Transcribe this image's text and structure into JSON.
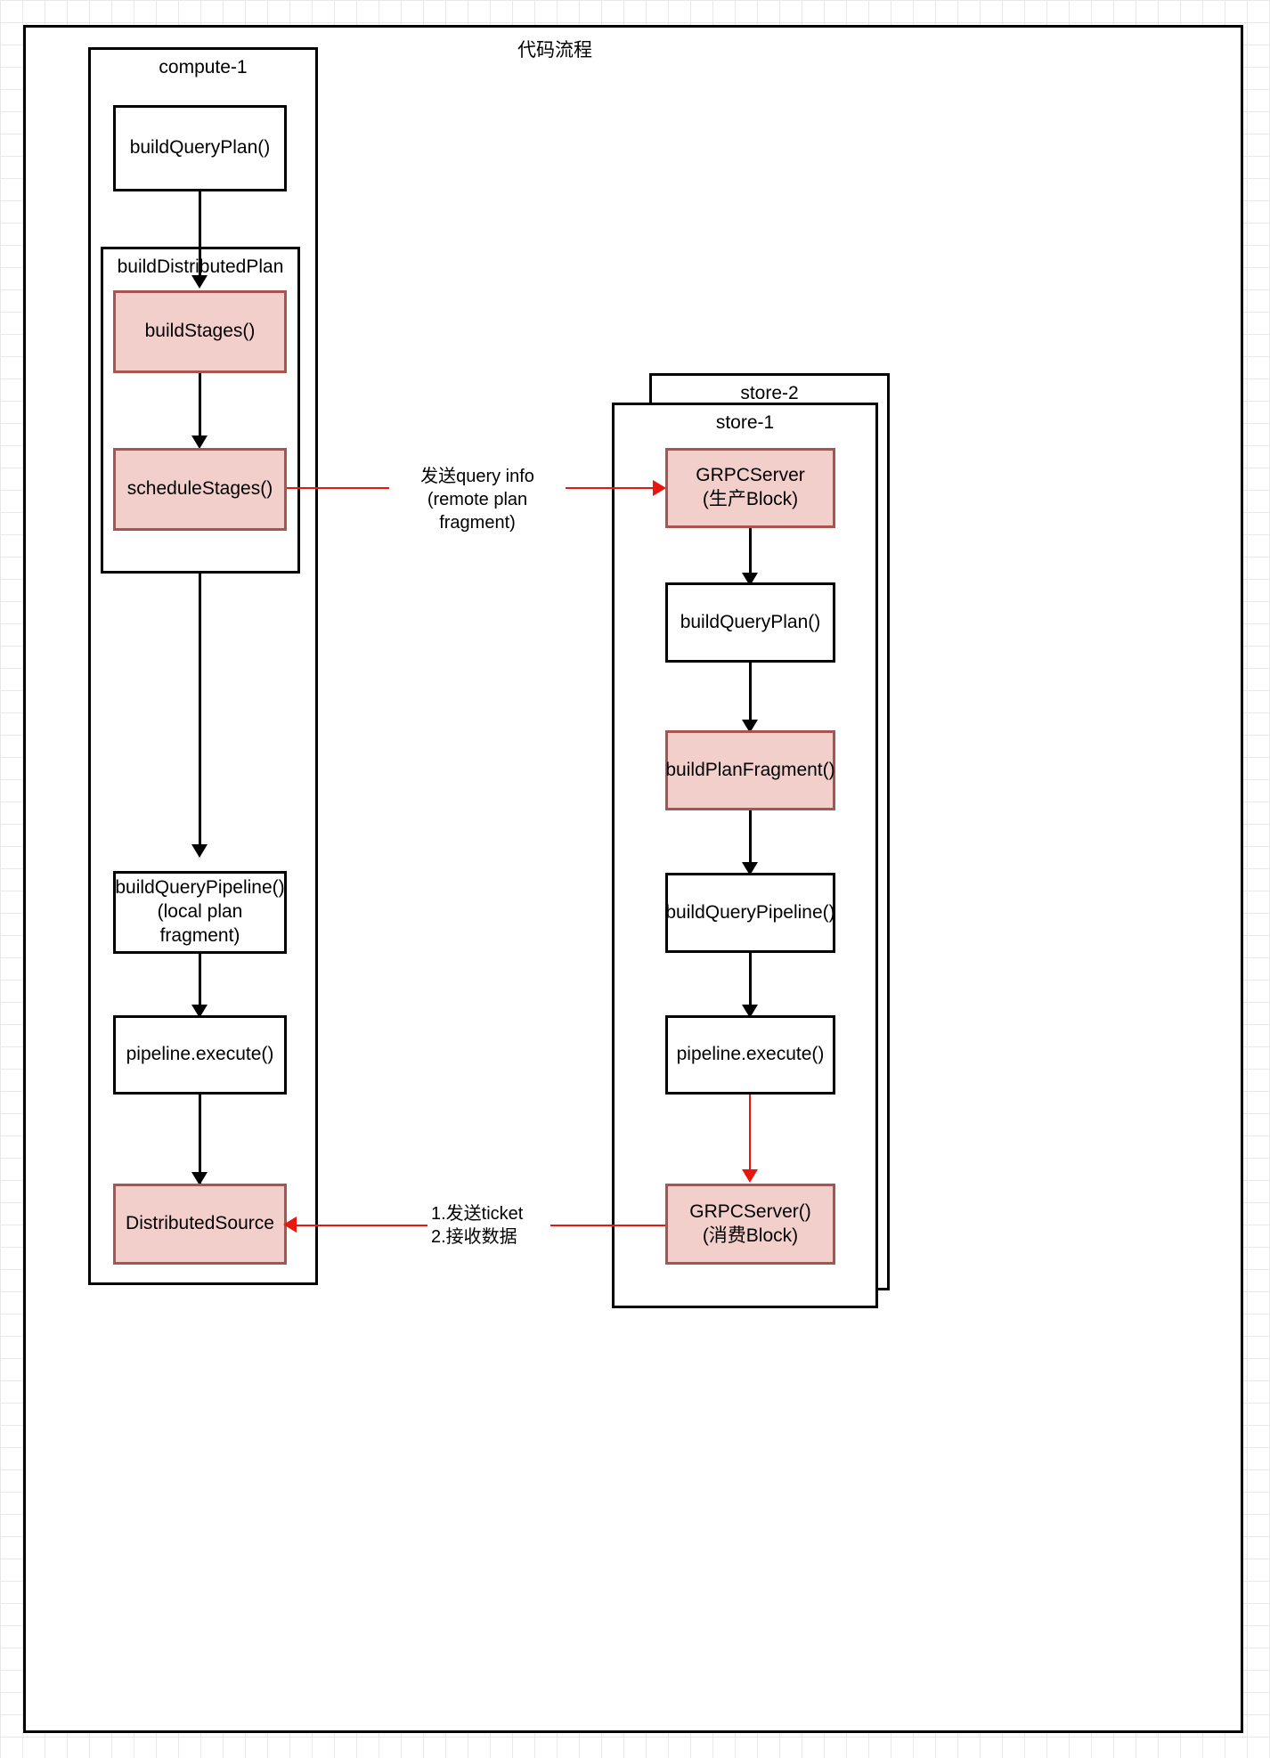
{
  "diagram": {
    "title": "代码流程",
    "colors": {
      "node_fill": "#ffffff",
      "node_stroke": "#000000",
      "highlight_fill": "#f3cfcc",
      "highlight_stroke": "#a85450",
      "red_edge": "#e8160c",
      "grid_line": "#e8e8e8",
      "page_background": "#ffffff"
    },
    "groups": [
      {
        "id": "compute-1",
        "label": "compute-1"
      },
      {
        "id": "build-distributed-plan",
        "label": "buildDistributedPlan"
      },
      {
        "id": "store-2",
        "label": "store-2"
      },
      {
        "id": "store-1",
        "label": "store-1"
      }
    ],
    "nodes": [
      {
        "id": "compute-build-query-plan",
        "label": "buildQueryPlan()",
        "highlight": false
      },
      {
        "id": "build-stages",
        "label": "buildStages()",
        "highlight": true
      },
      {
        "id": "schedule-stages",
        "label": "scheduleStages()",
        "highlight": true
      },
      {
        "id": "compute-build-query-pipeline",
        "label": "buildQueryPipeline()\n(local plan fragment)",
        "highlight": false
      },
      {
        "id": "compute-pipeline-execute",
        "label": "pipeline.execute()",
        "highlight": false
      },
      {
        "id": "distributed-source",
        "label": "DistributedSource",
        "highlight": true
      },
      {
        "id": "grpc-server-produce",
        "label": "GRPCServer\n(生产Block)",
        "highlight": true
      },
      {
        "id": "store-build-query-plan",
        "label": "buildQueryPlan()",
        "highlight": false
      },
      {
        "id": "build-plan-fragment",
        "label": "buildPlanFragment()",
        "highlight": true
      },
      {
        "id": "store-build-query-pipeline",
        "label": "buildQueryPipeline()",
        "highlight": false
      },
      {
        "id": "store-pipeline-execute",
        "label": "pipeline.execute()",
        "highlight": false
      },
      {
        "id": "grpc-server-consume",
        "label": "GRPCServer()\n(消费Block)",
        "highlight": true
      }
    ],
    "edge_labels": {
      "send_query_info": "发送query info\n(remote plan fragment)",
      "ticket_and_data": "1.发送ticket\n2.接收数据"
    }
  }
}
